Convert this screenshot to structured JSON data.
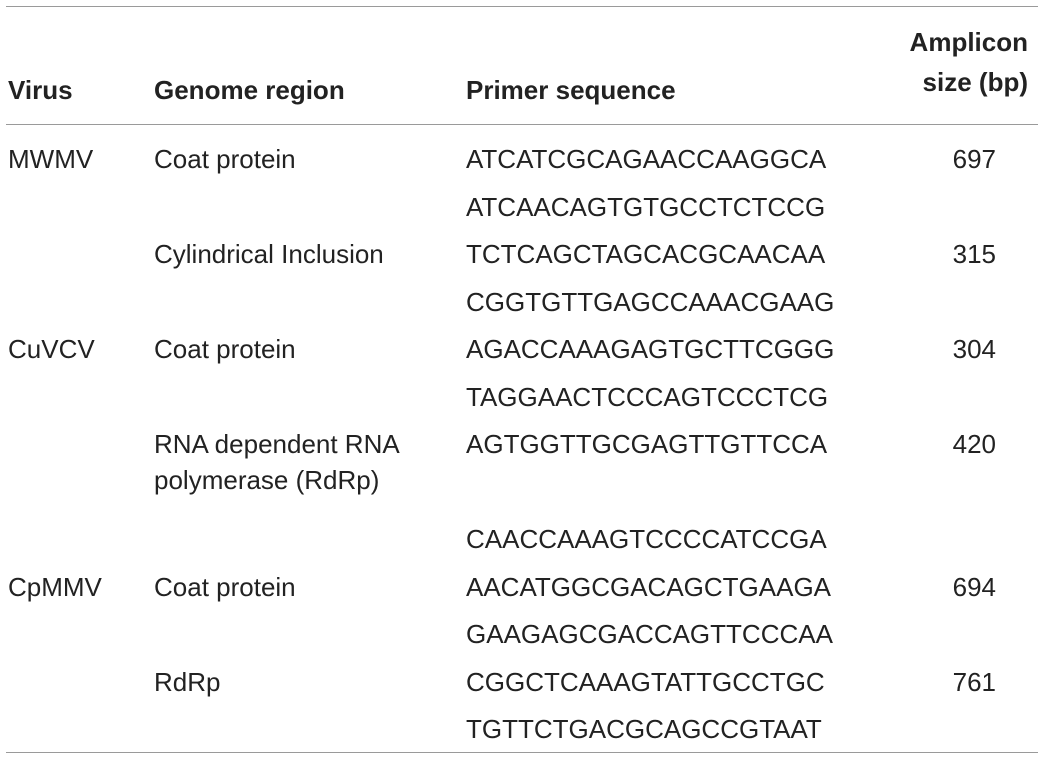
{
  "table": {
    "headers": {
      "virus": "Virus",
      "genome_region": "Genome region",
      "primer_sequence": "Primer sequence",
      "amplicon_line1": "Amplicon",
      "amplicon_line2": "size (bp)"
    },
    "rows": [
      {
        "virus": "MWMV",
        "region": [
          "Coat protein"
        ],
        "primer": "ATCATCGCAGAACCAAGGCA",
        "amplicon": "697"
      },
      {
        "virus": "",
        "region": [],
        "primer": "ATCAACAGTGTGCCTCTCCG",
        "amplicon": ""
      },
      {
        "virus": "",
        "region": [
          "Cylindrical Inclusion"
        ],
        "primer": "TCTCAGCTAGCACGCAACAA",
        "amplicon": "315"
      },
      {
        "virus": "",
        "region": [],
        "primer": "CGGTGTTGAGCCAAACGAAG",
        "amplicon": ""
      },
      {
        "virus": "CuVCV",
        "region": [
          "Coat protein"
        ],
        "primer": "AGACCAAAGAGTGCTTCGGG",
        "amplicon": "304"
      },
      {
        "virus": "",
        "region": [],
        "primer": "TAGGAACTCCCAGTCCCTCG",
        "amplicon": ""
      },
      {
        "virus": "",
        "region": [
          "RNA dependent RNA",
          "polymerase (RdRp)"
        ],
        "primer": "AGTGGTTGCGAGTTGTTCCA",
        "amplicon": "420"
      },
      {
        "virus": "",
        "region": [],
        "primer": "CAACCAAAGTCCCCATCCGA",
        "amplicon": ""
      },
      {
        "virus": "CpMMV",
        "region": [
          "Coat protein"
        ],
        "primer": "AACATGGCGACAGCTGAAGA",
        "amplicon": "694"
      },
      {
        "virus": "",
        "region": [],
        "primer": "GAAGAGCGACCAGTTCCCAA",
        "amplicon": ""
      },
      {
        "virus": "",
        "region": [
          "RdRp"
        ],
        "primer": "CGGCTCAAAGTATTGCCTGC",
        "amplicon": "761"
      },
      {
        "virus": "",
        "region": [],
        "primer": "TGTTCTGACGCAGCCGTAAT",
        "amplicon": ""
      }
    ]
  }
}
